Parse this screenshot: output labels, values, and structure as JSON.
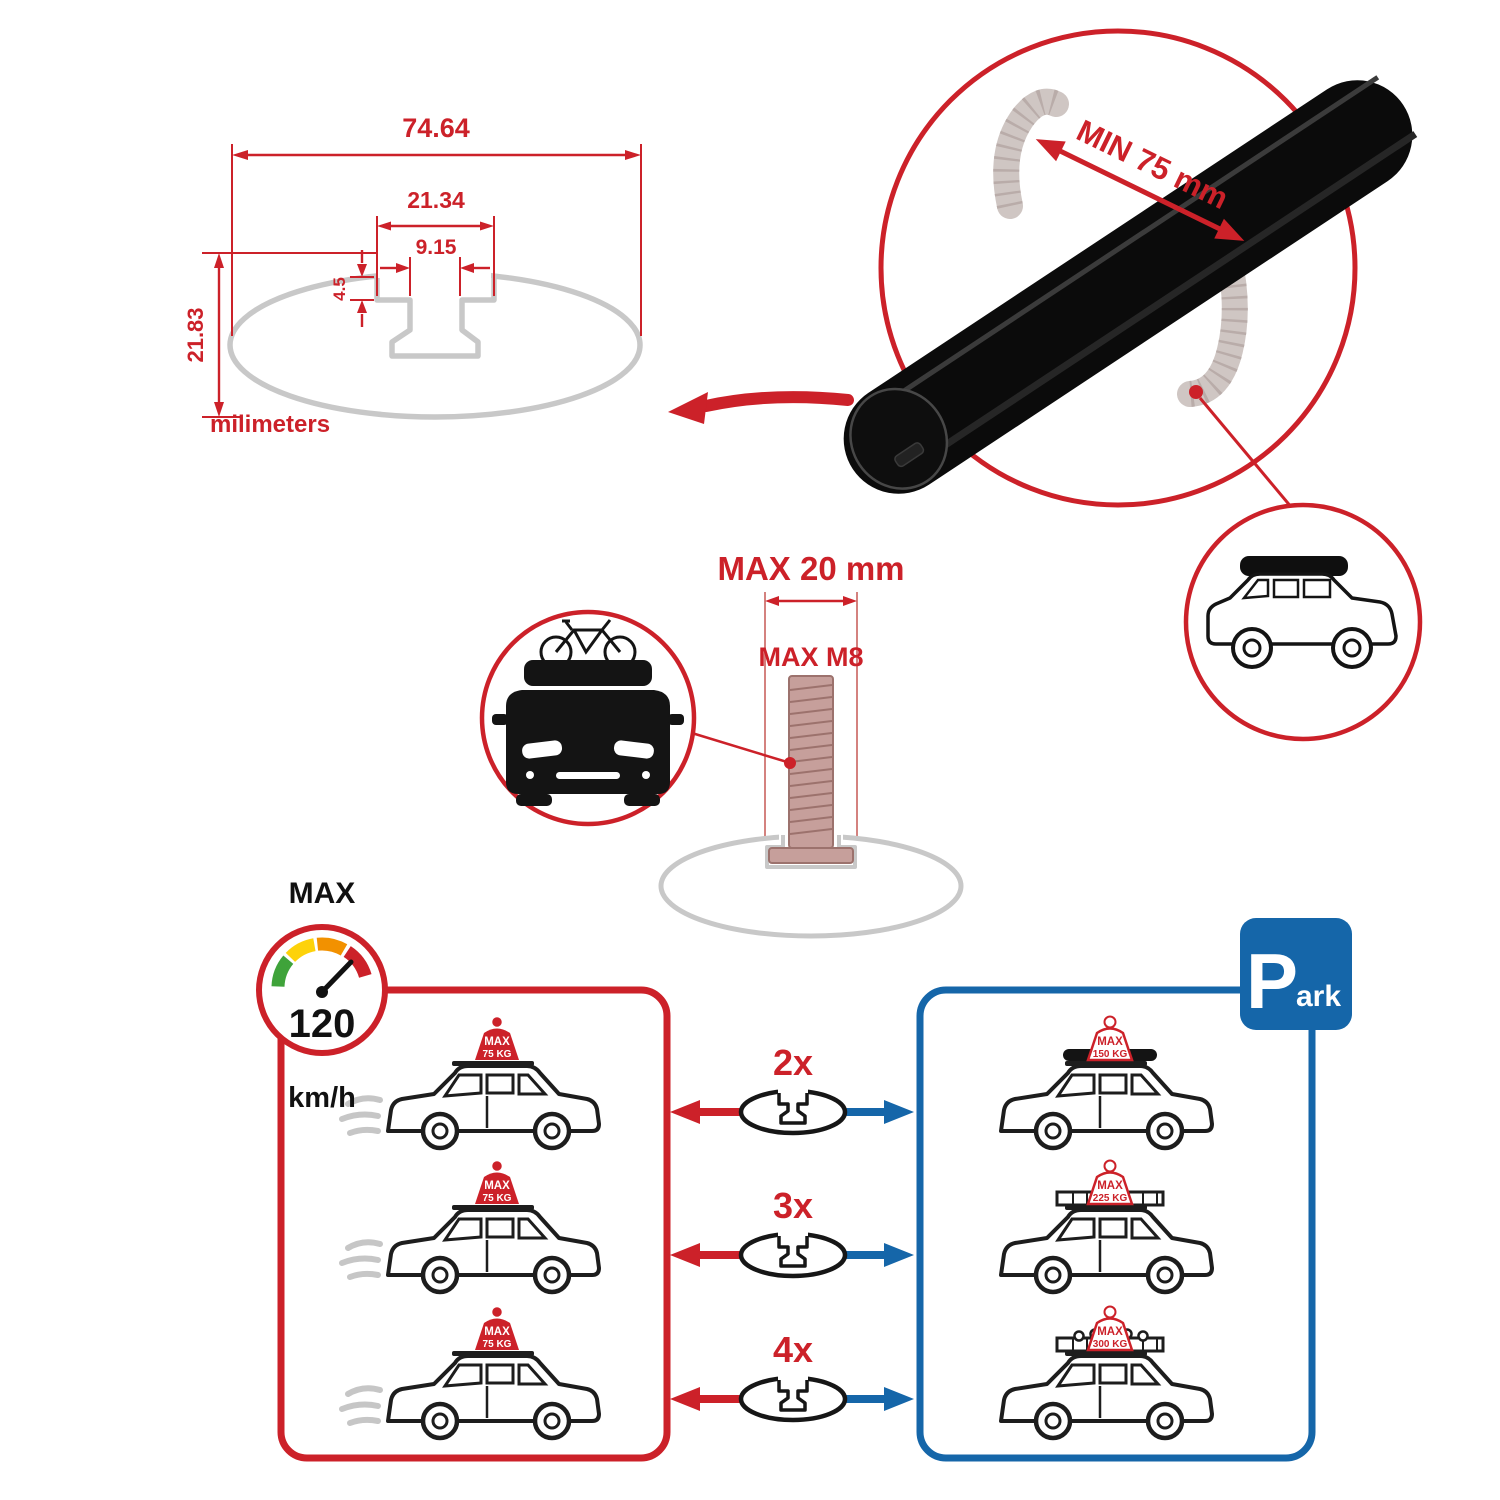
{
  "colors": {
    "accent_red": "#cc2129",
    "accent_blue": "#1566a9",
    "profile_gray": "#c8c8c8",
    "bar_black": "#0b0b0b",
    "bolt_metal": "#c69f9b",
    "gauge_green": "#3fa33a",
    "gauge_yellow": "#fdd20a",
    "gauge_orange": "#f29100",
    "gauge_red": "#cc2129"
  },
  "profile_dimensions": {
    "total_width": "74.64",
    "slot_outer_width": "21.34",
    "slot_inner_width": "9.15",
    "lip_depth": "4.5",
    "total_height": "21.83",
    "unit_label": "milimeters"
  },
  "bar_detail": {
    "min_span": "MIN 75 mm"
  },
  "bolt": {
    "max_width": "MAX 20 mm",
    "max_thread": "MAX M8"
  },
  "speed_gauge": {
    "title": "MAX",
    "value": "120",
    "unit": "km/h"
  },
  "multipliers": [
    {
      "label": "2x"
    },
    {
      "label": "3x"
    },
    {
      "label": "4x"
    }
  ],
  "driving_panel": {
    "cars": [
      {
        "load_line1": "MAX",
        "load_line2": "75 KG"
      },
      {
        "load_line1": "MAX",
        "load_line2": "75 KG"
      },
      {
        "load_line1": "MAX",
        "load_line2": "75 KG"
      }
    ]
  },
  "parking_panel": {
    "sign_letter": "P",
    "sign_rest": "ark",
    "cars": [
      {
        "load_line1": "MAX",
        "load_line2": "150 KG"
      },
      {
        "load_line1": "MAX",
        "load_line2": "225 KG"
      },
      {
        "load_line1": "MAX",
        "load_line2": "300 KG"
      }
    ]
  }
}
